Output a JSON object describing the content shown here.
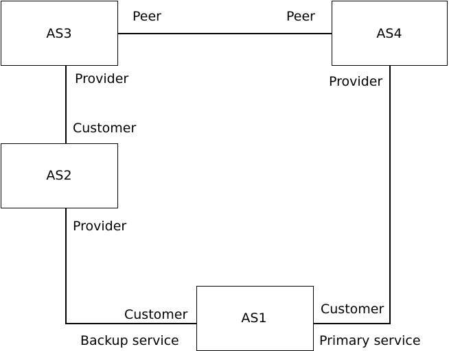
{
  "nodes": {
    "as1": "AS1",
    "as2": "AS2",
    "as3": "AS3",
    "as4": "AS4"
  },
  "links": {
    "as3_as4": {
      "end_as3": "Peer",
      "end_as4": "Peer"
    },
    "as3_as2": {
      "end_as3": "Provider",
      "end_as2": "Customer"
    },
    "as2_as1": {
      "end_as2": "Provider",
      "end_as1": "Customer",
      "service": "Backup service"
    },
    "as4_as1": {
      "end_as4": "Provider",
      "end_as1": "Customer",
      "service": "Primary service"
    }
  }
}
